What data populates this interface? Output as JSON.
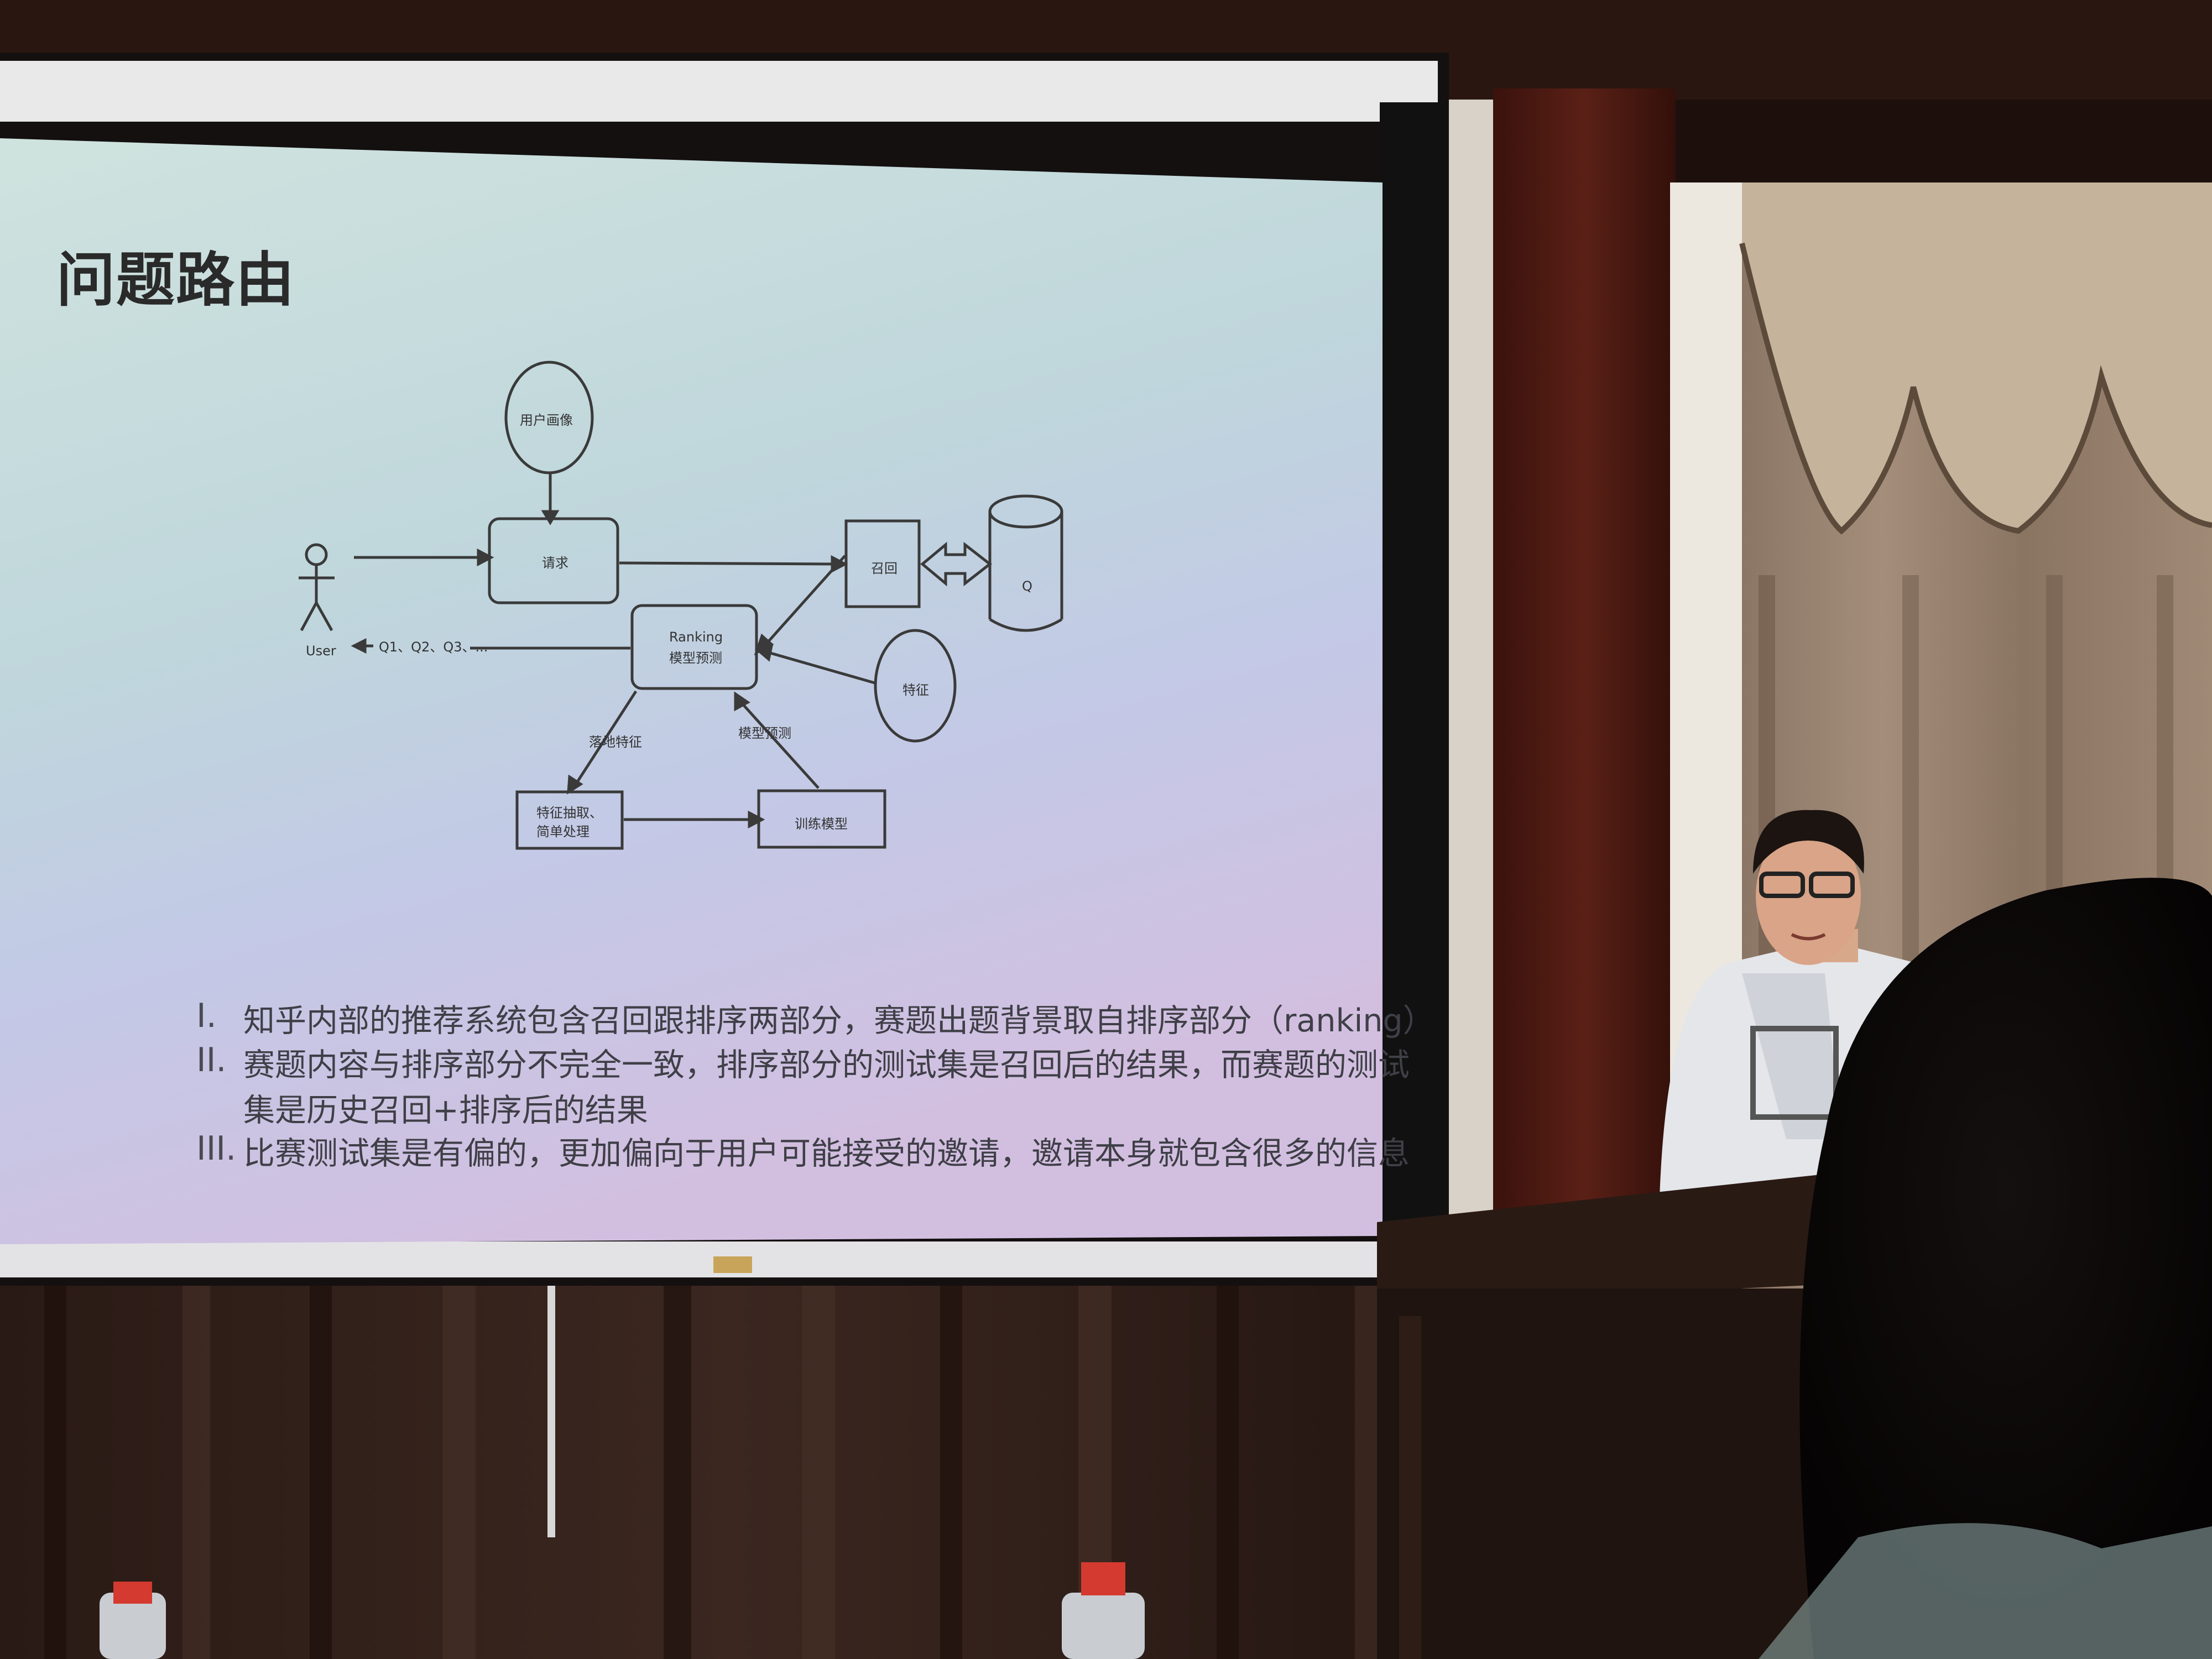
{
  "slide": {
    "title": "问题路由",
    "bullets": [
      {
        "marker": "I.",
        "lines": [
          "知乎内部的推荐系统包含召回跟排序两部分，赛题出题背景取自排序部分（ranking）"
        ]
      },
      {
        "marker": "II.",
        "lines": [
          "赛题内容与排序部分不完全一致，排序部分的测试集是召回后的结果，而赛题的测试",
          "集是历史召回+排序后的结果"
        ]
      },
      {
        "marker": "III.",
        "lines": [
          "比赛测试集是有偏的，更加偏向于用户可能接受的邀请，邀请本身就包含很多的信息"
        ]
      }
    ]
  },
  "diagram": {
    "user_label": "User",
    "profile_node": "用户画像",
    "request_node": "请求",
    "recall_node": "召回",
    "db_node": "Q",
    "ranking_node": [
      "Ranking",
      "模型预测"
    ],
    "output_label": "Q1、Q2、Q3、...",
    "feature_node": "特征",
    "feature_edge_label": "落地特征",
    "predict_edge_label": "模型预测",
    "preprocess_node": [
      "特征抽取、",
      "简单处理"
    ],
    "train_node": "训练模型"
  }
}
